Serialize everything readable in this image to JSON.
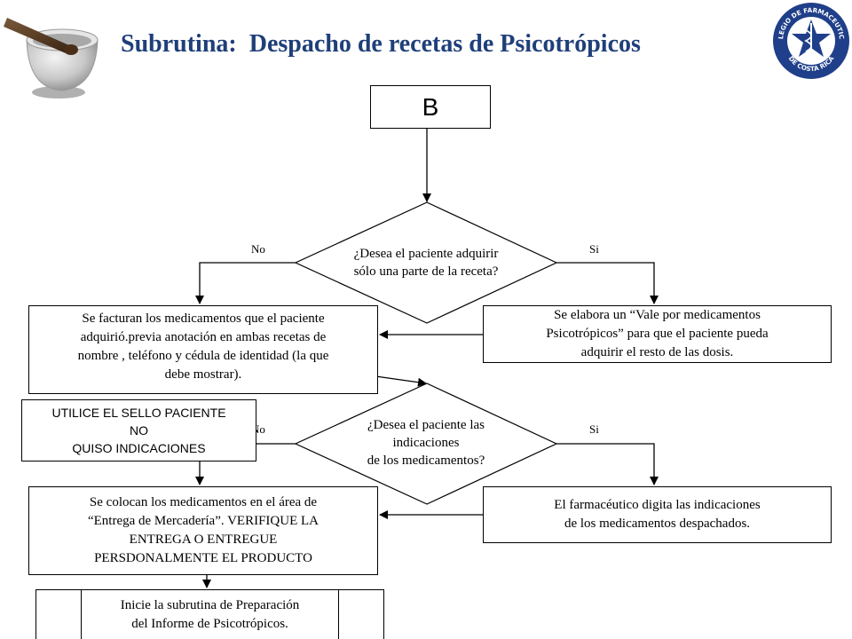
{
  "title": "Subrutina:  Despacho de recetas de Psicotrópicos",
  "colors": {
    "title": "#1f3f7a",
    "seal_blue": "#1f3f8a",
    "mortar_gray": "#bdbdbd"
  },
  "icons": {
    "left": "mortar-pestle-icon",
    "right": "pharmacist-college-seal-icon"
  },
  "seal": {
    "top_text": "COLEGIO DE FARMACEUTICOS",
    "bottom_text": "DE COSTA RICA"
  },
  "nodes": {
    "start": "B",
    "decision1": [
      "¿Desea el paciente adquirir",
      "sólo una parte de la receta?"
    ],
    "invoice": [
      "Se facturan los medicamentos que el paciente",
      "adquirió.previa anotación en ambas recetas de",
      "nombre , teléfono y cédula de identidad (la que",
      "debe mostrar)."
    ],
    "voucher": [
      "Se elabora un “Vale por medicamentos",
      "Psicotrópicos” para que el paciente pueda",
      "adquirir el resto de las dosis."
    ],
    "stamp": [
      "UTILICE EL SELLO PACIENTE",
      "NO",
      "QUISO INDICACIONES"
    ],
    "decision2": [
      "¿Desea el paciente las",
      "indicaciones",
      "de los medicamentos?"
    ],
    "delivery": [
      "Se colocan los medicamentos en el área de",
      "“Entrega de Mercadería”. VERIFIQUE LA",
      "ENTREGA O ENTREGUE",
      "PERSDONALMENTE  EL PRODUCTO"
    ],
    "indications": [
      "El farmacéutico digita las indicaciones",
      "de los medicamentos despachados."
    ],
    "report": [
      "Inicie la subrutina de Preparación",
      "del Informe de Psicotrópicos."
    ]
  },
  "labels": {
    "no1": "No",
    "si1": "Si",
    "no2": "No",
    "si2": "Si"
  }
}
